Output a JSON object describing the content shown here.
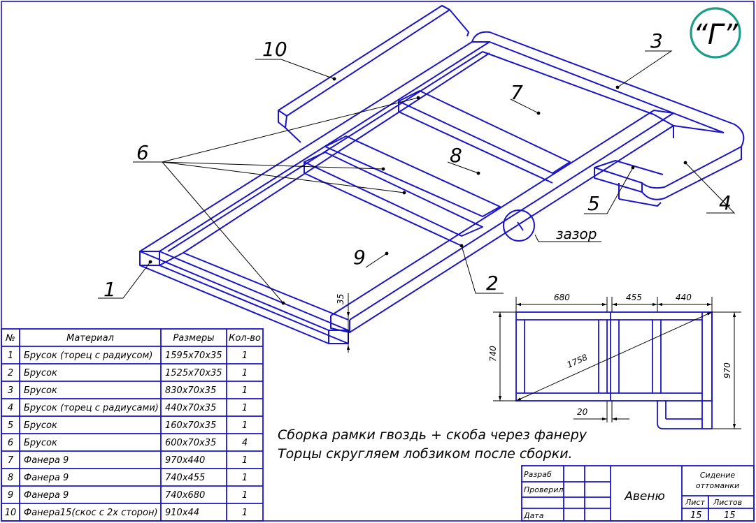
{
  "stamp": "“Г”",
  "callouts": {
    "c1": "1",
    "c2": "2",
    "c3": "3",
    "c4": "4",
    "c5": "5",
    "c6": "6",
    "c7": "7",
    "c8": "8",
    "c9": "9",
    "c10": "10",
    "gap": "зазор"
  },
  "thickness_dim": "35",
  "plan_dims": {
    "w1": "680",
    "w2": "455",
    "w3": "440",
    "height_inner": "740",
    "height_total": "970",
    "diagonal": "1758",
    "gap": "20"
  },
  "table": {
    "headers": [
      "№",
      "Материал",
      "Размеры",
      "Кол-во"
    ],
    "rows": [
      [
        "1",
        "Брусок (торец с радиусом)",
        "1595x70x35",
        "1"
      ],
      [
        "2",
        "Брусок",
        "1525x70x35",
        "1"
      ],
      [
        "3",
        "Брусок",
        "830x70x35",
        "1"
      ],
      [
        "4",
        "Брусок (торец с радиусами)",
        "440x70x35",
        "1"
      ],
      [
        "5",
        "Брусок",
        "160x70x35",
        "1"
      ],
      [
        "6",
        "Брусок",
        "600x70x35",
        "4"
      ],
      [
        "7",
        "Фанера 9",
        "970x440",
        "1"
      ],
      [
        "8",
        "Фанера 9",
        "740x455",
        "1"
      ],
      [
        "9",
        "Фанера 9",
        "740x680",
        "1"
      ],
      [
        "10",
        "Фанера15(скос с 2х сторон)",
        "910x44",
        "1"
      ]
    ]
  },
  "notes": {
    "line1": "Сборка рамки гвоздь + скоба через фанеру",
    "line2": "Торцы скругляем лобзиком после сборки."
  },
  "title_block": {
    "row_design": "Разраб",
    "row_check": "Проверил",
    "row_date": "Дата",
    "author": "Авеню",
    "title_l1": "Сидение",
    "title_l2": "оттоманки",
    "sheet_label": "Лист",
    "sheets_label": "Листов",
    "sheet_value": "15",
    "sheets_value": "15"
  }
}
